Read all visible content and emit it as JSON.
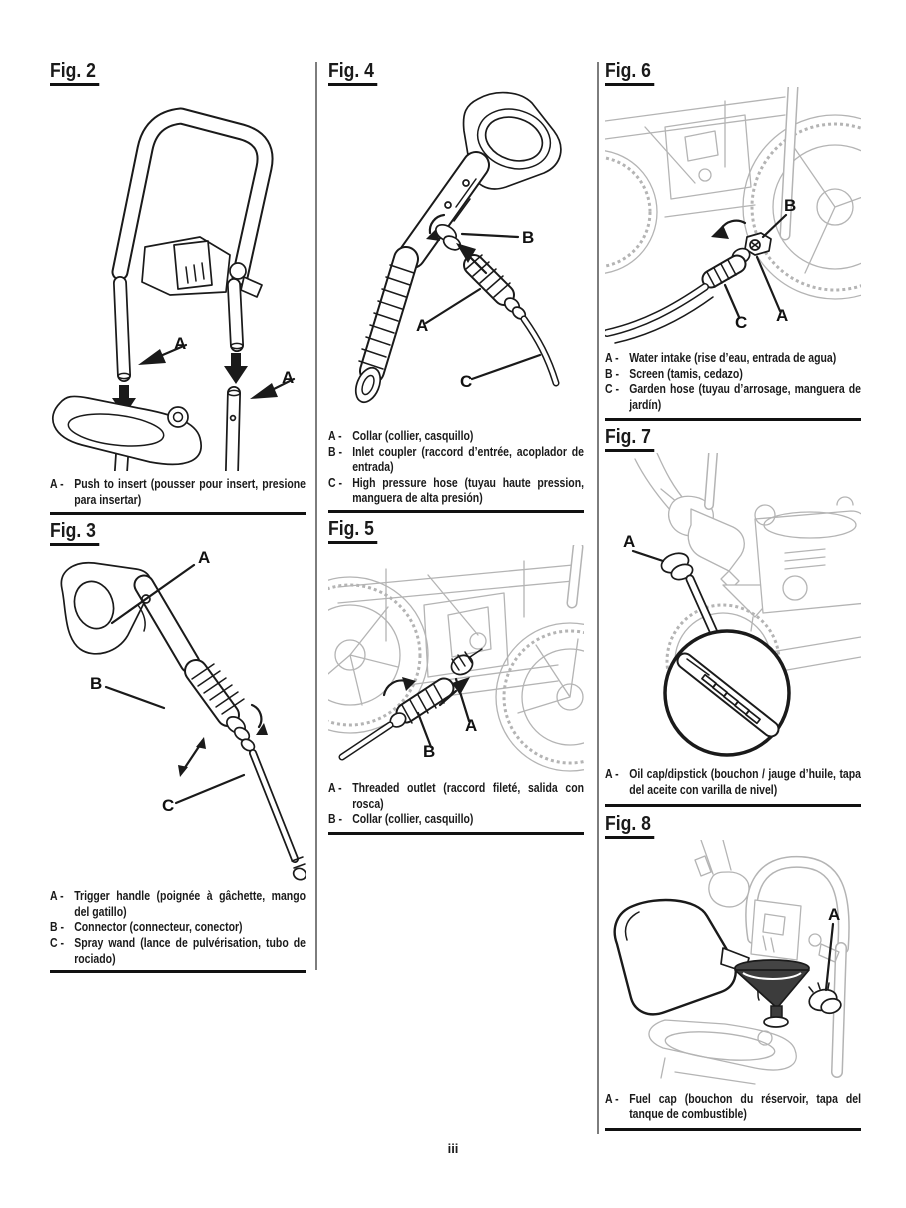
{
  "page": {
    "number": "iii",
    "background": "#ffffff",
    "ink": "#1a1a1a",
    "machinery_gray": "#b4b4b4"
  },
  "figures": [
    {
      "title": "Fig. 2",
      "callouts": [
        "A",
        "A"
      ],
      "caption": [
        {
          "k": "A -",
          "t": "Push to insert (pousser pour insert, presione para insertar)"
        }
      ]
    },
    {
      "title": "Fig. 3",
      "callouts": [
        "A",
        "B",
        "C"
      ],
      "caption": [
        {
          "k": "A -",
          "t": "Trigger handle (poignée à gâchette, mango del gatillo)"
        },
        {
          "k": "B -",
          "t": "Connector (connecteur, conector)"
        },
        {
          "k": "C -",
          "t": "Spray wand (lance de pulvérisation, tubo de rociado)"
        }
      ]
    },
    {
      "title": "Fig. 4",
      "callouts": [
        "B",
        "A",
        "C"
      ],
      "caption": [
        {
          "k": "A -",
          "t": "Collar (collier, casquillo)"
        },
        {
          "k": "B -",
          "t": "Inlet coupler (raccord d’entrée, acoplador de entrada)"
        },
        {
          "k": "C -",
          "t": "High pressure hose (tuyau haute pression, manguera de alta presión)"
        }
      ]
    },
    {
      "title": "Fig. 5",
      "callouts": [
        "A",
        "B"
      ],
      "caption": [
        {
          "k": "A -",
          "t": "Threaded outlet (raccord fileté, salida con rosca)"
        },
        {
          "k": "B -",
          "t": "Collar (collier, casquillo)"
        }
      ]
    },
    {
      "title": "Fig. 6",
      "callouts": [
        "B",
        "A",
        "C"
      ],
      "caption": [
        {
          "k": "A -",
          "t": "Water intake (rise d’eau, entrada de agua)"
        },
        {
          "k": "B -",
          "t": "Screen (tamis, cedazo)"
        },
        {
          "k": "C -",
          "t": "Garden hose (tuyau d’arrosage, manguera de jardín)"
        }
      ]
    },
    {
      "title": "Fig. 7",
      "callouts": [
        "A"
      ],
      "caption": [
        {
          "k": "A -",
          "t": "Oil cap/dipstick (bouchon / jauge d’huile, tapa del aceite con varilla de nivel)"
        }
      ]
    },
    {
      "title": "Fig. 8",
      "callouts": [
        "A"
      ],
      "caption": [
        {
          "k": "A -",
          "t": "Fuel cap (bouchon du réservoir, tapa del tanque de combustible)"
        }
      ]
    }
  ]
}
